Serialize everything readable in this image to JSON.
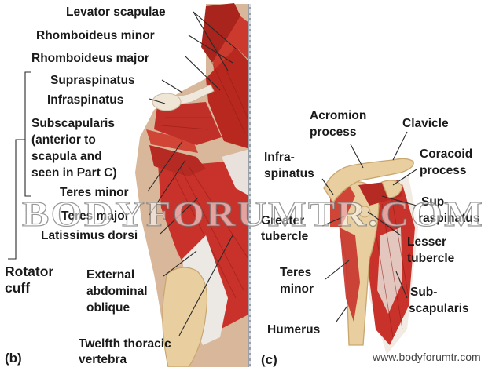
{
  "panel_b": {
    "letter": "(b)",
    "labels": {
      "levator_scapulae": "Levator scapulae",
      "rhomboideus_minor": "Rhomboideus minor",
      "rhomboideus_major": "Rhomboideus major",
      "supraspinatus": "Supraspinatus",
      "infraspinatus": "Infraspinatus",
      "subscapularis_1": "Subscapularis",
      "subscapularis_2": "(anterior to",
      "subscapularis_3": "scapula and",
      "subscapularis_4": "seen in Part C)",
      "teres_minor": "Teres minor",
      "teres_major": "Teres major",
      "latissimus_dorsi": "Latissimus dorsi",
      "external_1": "External",
      "external_2": "abdominal",
      "external_3": "oblique",
      "twelfth_1": "Twelfth thoracic",
      "twelfth_2": "vertebra",
      "rotator_1": "Rotator",
      "rotator_2": "cuff"
    }
  },
  "panel_c": {
    "letter": "(c)",
    "labels": {
      "acromion_1": "Acromion",
      "acromion_2": "process",
      "clavicle": "Clavicle",
      "infra_1": "Infra-",
      "infra_2": "spinatus",
      "coracoid_1": "Coracoid",
      "coracoid_2": "process",
      "supra_1": "Sup-",
      "supra_2": "raspinatus",
      "greater_1": "Greater",
      "greater_2": "tubercle",
      "lesser_1": "Lesser",
      "lesser_2": "tubercle",
      "teres_1": "Teres",
      "teres_2": "minor",
      "sub_1": "Sub-",
      "sub_2": "scapularis",
      "humerus": "Humerus"
    }
  },
  "watermark": {
    "text": "BODYFORUMTR.COM",
    "url": "www.bodyforumtr.com"
  },
  "colors": {
    "muscle": "#c8322a",
    "muscle_dark": "#9c1f1a",
    "muscle_light": "#e06050",
    "bone": "#e9cfa0",
    "bone_dark": "#c9a66e",
    "tendon": "#e8e4e0"
  }
}
